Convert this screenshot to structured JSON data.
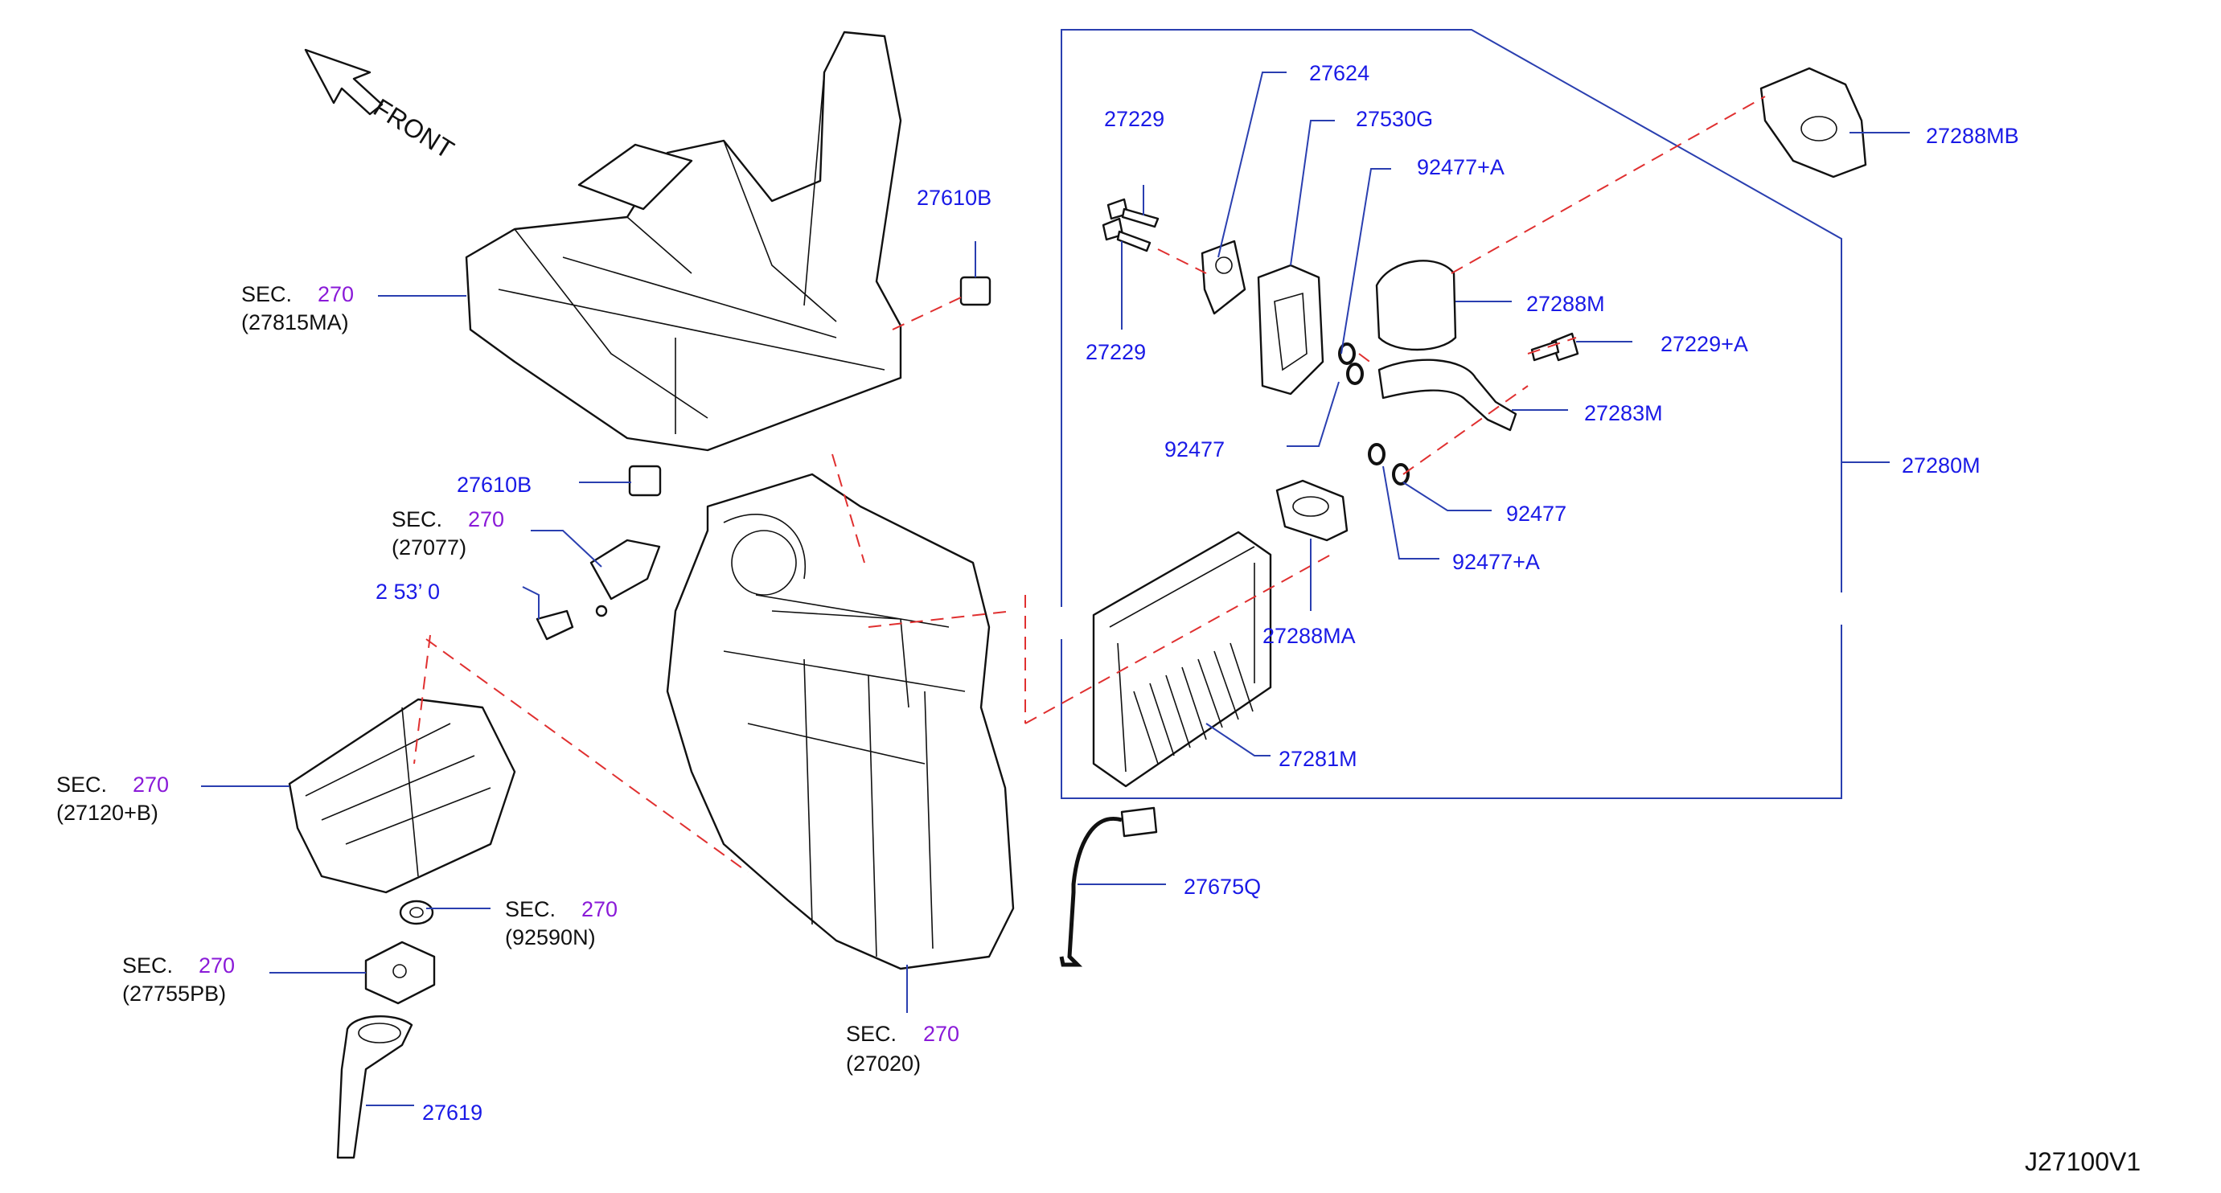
{
  "diagram_code": "J27100V1",
  "direction_label": "FRONT",
  "section_refs": [
    {
      "id": "sec-27815ma",
      "prefix": "SEC.",
      "num": "270",
      "part": "(27815MA)"
    },
    {
      "id": "sec-27077",
      "prefix": "SEC.",
      "num": "270",
      "part": "(27077)"
    },
    {
      "id": "sec-27120b",
      "prefix": "SEC.",
      "num": "270",
      "part": "(27120+B)"
    },
    {
      "id": "sec-92590n",
      "prefix": "SEC.",
      "num": "270",
      "part": "(92590N)"
    },
    {
      "id": "sec-27755pb",
      "prefix": "SEC.",
      "num": "270",
      "part": "(27755PB)"
    },
    {
      "id": "sec-27020",
      "prefix": "SEC.",
      "num": "270",
      "part": "(27020)"
    }
  ],
  "part_labels": {
    "p27610b_top": "27610B",
    "p27610b_bottom": "27610B",
    "p27530_partial": "2 53’ 0",
    "p27619": "27619",
    "p27624": "27624",
    "p27229_top": "27229",
    "p27530g": "27530G",
    "p92477a_top": "92477+A",
    "p27229_bottom": "27229",
    "p27288mb": "27288MB",
    "p27288m": "27288M",
    "p27229a": "27229+A",
    "p27283m": "27283M",
    "p92477_left": "92477",
    "p27280m": "27280M",
    "p92477_right": "92477",
    "p92477a_bottom": "92477+A",
    "p27288ma_partial": "27288MA",
    "p27281m": "27281M",
    "p27675q": "27675Q"
  }
}
